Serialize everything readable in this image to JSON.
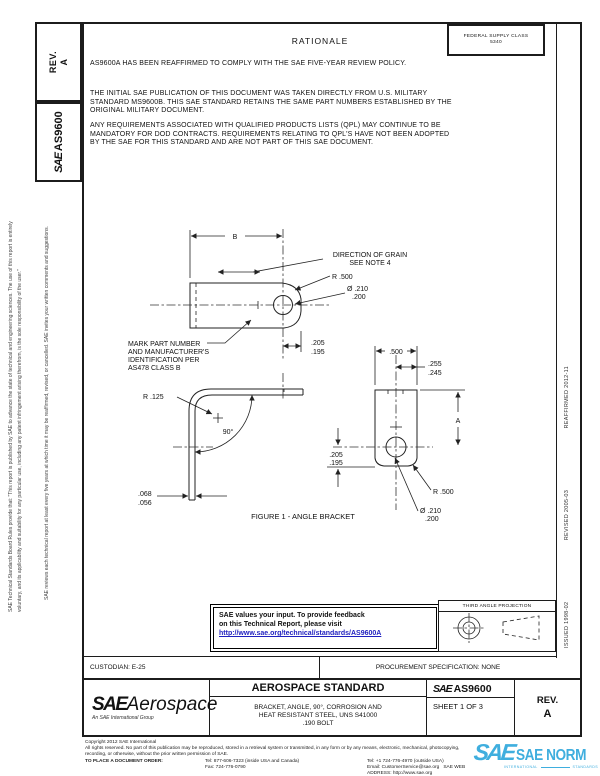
{
  "page": {
    "bg": "#ffffff",
    "ink": "#111111",
    "link_color": "#1f1fbf",
    "watermark_color": "#2fa8dc"
  },
  "left_margin": {
    "disclaimer_1": "SAE Technical Standards Board Rules provide that: \"This report is published by SAE to advance the state of technical and engineering sciences. The use of this report is entirely",
    "disclaimer_2": "voluntary, and its applicability and suitability for any particular use, including any patent infringement arising therefrom, is the sole responsibility of the user.\"",
    "disclaimer_3": "SAE reviews each technical report at least every five years at which time it may be reaffirmed, revised, or cancelled. SAE invites your written comments and suggestions."
  },
  "rev_box": {
    "label": "REV.",
    "value": "A"
  },
  "doc_box": {
    "logo": "SAE",
    "number": "AS9600"
  },
  "right_margin": {
    "issued": "ISSUED 1998-02",
    "revised": "REVISED 2005-03",
    "reaffirmed": "REAFFIRMED 2012-11"
  },
  "header": {
    "title": "RATIONALE",
    "fsc_label": "FEDERAL SUPPLY CLASS",
    "fsc_value": "5340"
  },
  "rationale": {
    "p1": "AS9600A HAS BEEN REAFFIRMED TO COMPLY WITH THE SAE FIVE-YEAR REVIEW POLICY.",
    "p2": "THE INITIAL SAE PUBLICATION OF THIS DOCUMENT WAS TAKEN DIRECTLY  FROM U.S. MILITARY\nSTANDARD MS9600B. THIS SAE STANDARD RETAINS THE SAME PART NUMBERS  ESTABLISHED BY THE\nORIGINAL MILITARY DOCUMENT.",
    "p3": "ANY REQUIREMENTS ASSOCIATED WITH QUALIFIED PRODUCTS LISTS (QPL) MAY CONTINUE TO BE\nMANDATORY FOR DOD CONTRACTS. REQUIREMENTS RELATING TO QPL'S HAVE NOT BEEN ADOPTED\nBY THE SAE FOR THIS STANDARD AND ARE NOT PART OF THIS SAE DOCUMENT."
  },
  "drawing": {
    "labels": {
      "b": "B",
      "grain1": "DIRECTION OF GRAIN",
      "grain2": "SEE NOTE 4",
      "r500_top": "R .500",
      "dia_top1": "Ø .210",
      "dia_top2": ".200",
      "tv_205": ".205",
      "tv_195": ".195",
      "mark1": "MARK PART NUMBER",
      "mark2": "AND MANUFACTURER'S",
      "mark3": "IDENTIFICATION PER",
      "mark4": "AS478  CLASS B",
      "r125": "R .125",
      "angle": "90°",
      "t068": ".068",
      "t056": ".056",
      "w500": ".500",
      "w255": ".255",
      "w245": ".245",
      "a": "A",
      "fv205": ".205",
      "fv195": ".195",
      "r500_bot": "R .500",
      "dia_bot1": "Ø .210",
      "dia_bot2": ".200"
    },
    "caption": "FIGURE 1 - ANGLE BRACKET"
  },
  "feedback": {
    "line1": "SAE values your input. To provide feedback",
    "line2": "on this Technical Report, please visit",
    "link": "http://www.sae.org/technical/standards/AS9600A"
  },
  "projection": {
    "title": "THIRD ANGLE PROJECTION"
  },
  "info_row": {
    "custodian": "CUSTODIAN: E-25",
    "procurement": "PROCUREMENT SPECIFICATION: NONE"
  },
  "title_block": {
    "logo_sae": "SAE",
    "logo_aerospace": "Aerospace",
    "logo_sub": "An SAE International Group",
    "doc_type": "AEROSPACE STANDARD",
    "part_title": "BRACKET, ANGLE, 90°, CORROSION AND\nHEAT RESISTANT STEEL, UNS S41000\n.190 BOLT",
    "number_logo": "SAE",
    "number": "AS9600",
    "sheet": "SHEET 1 OF 3",
    "rev_label": "REV.",
    "rev_value": "A"
  },
  "footer": {
    "copyright": "Copyright 2012 SAE International",
    "rights_1": "All rights reserved. No part of this publication may be reproduced, stored in a retrieval system or transmitted, in any form or by any means, electronic, mechanical, photocopying,",
    "rights_2": "recording, or otherwise, without the prior written permission of SAE.",
    "order_label": "TO PLACE A DOCUMENT ORDER:",
    "tel_inside": "Tel: 877-606-7323 (inside USA and Canada)",
    "tel_outside": "Tel: +1 724-776-4970 (outside USA)",
    "fax": "Fax: 724-776-0790",
    "email": "Email: CustomerService@sae.org",
    "web": "SAE WEB ADDRESS: http://www.sae.org"
  },
  "watermark": {
    "logo": "SAE",
    "name": "SAE NORM",
    "sub_left": "INTERNATIONAL",
    "sub_right": "STANDARDS"
  }
}
